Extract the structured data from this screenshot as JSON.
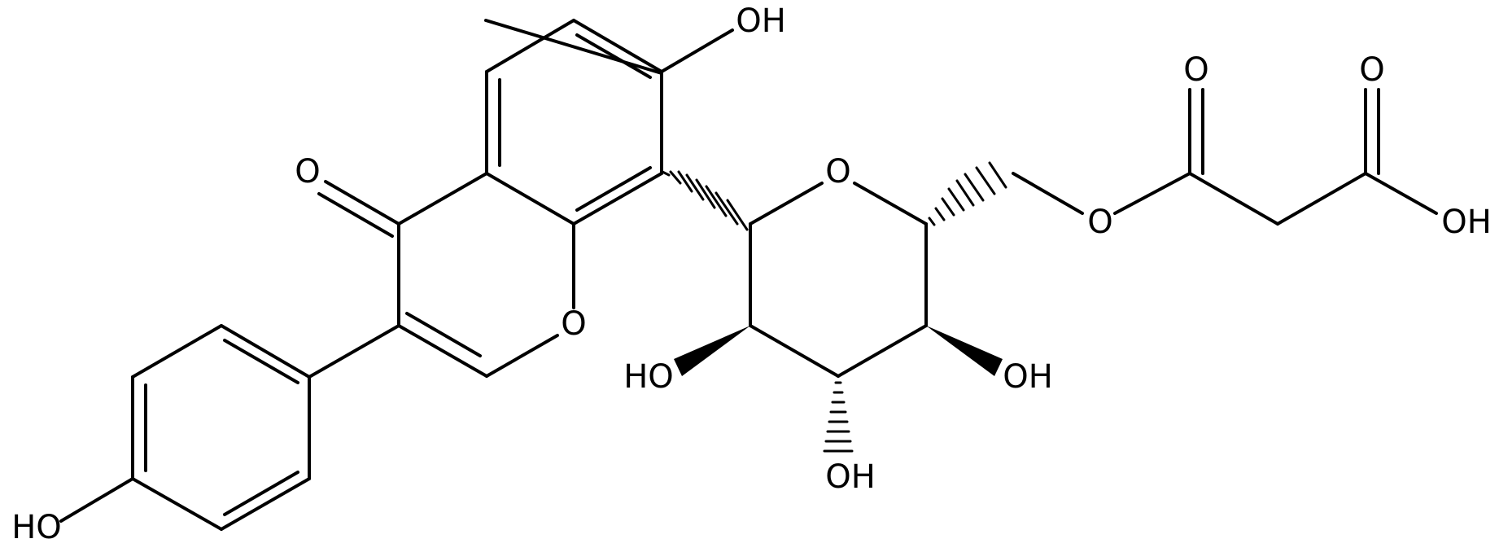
{
  "molecule": {
    "atom_labels": {
      "oh_7": "OH",
      "oh_phenol": "HO",
      "o_ketone": "O",
      "o_ring_chromone": "O",
      "o_ring_sugar": "O",
      "o_ester_link": "O",
      "o_ester_carbonyl": "O",
      "o_acid_carbonyl": "O",
      "oh_acid": "OH",
      "oh_sugar_2": "HO",
      "oh_sugar_3": "OH",
      "oh_sugar_4": "OH"
    }
  }
}
